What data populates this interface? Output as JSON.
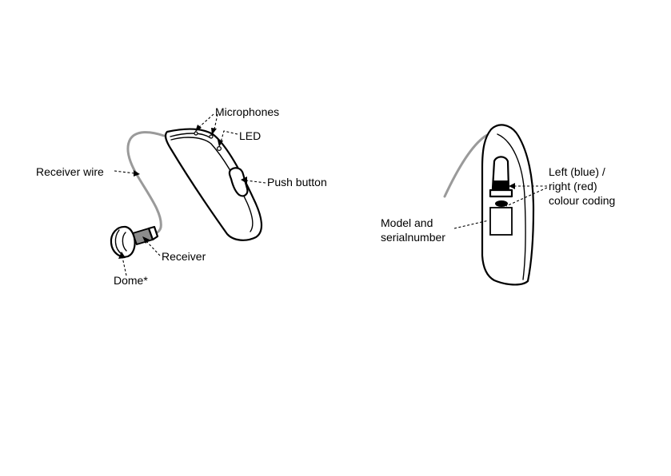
{
  "labels": {
    "microphones": "Microphones",
    "led": "LED",
    "receiver_wire": "Receiver wire",
    "push_button": "Push button",
    "receiver": "Receiver",
    "dome": "Dome*",
    "left_right_line1": "Left (blue) /",
    "left_right_line2": "right (red)",
    "left_right_line3": "colour coding",
    "model_line1": "Model and",
    "model_line2": "serialnumber"
  },
  "colors": {
    "ink": "#000000",
    "wire": "#9a9a9a",
    "receiver_fill": "#8c8c8c"
  }
}
